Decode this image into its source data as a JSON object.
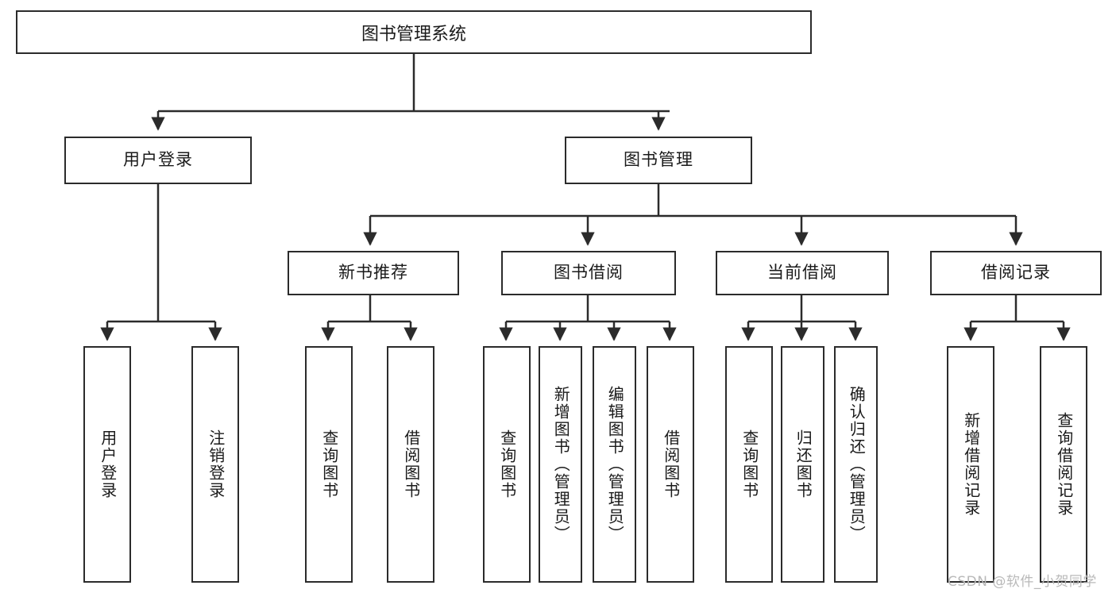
{
  "diagram": {
    "type": "tree",
    "title": "图书管理系统",
    "root": {
      "label": "图书管理系统"
    },
    "level2": [
      {
        "label": "用户登录"
      },
      {
        "label": "图书管理"
      }
    ],
    "level3": [
      {
        "label": "新书推荐"
      },
      {
        "label": "图书借阅"
      },
      {
        "label": "当前借阅"
      },
      {
        "label": "借阅记录"
      }
    ],
    "leaves": {
      "user_login": [
        {
          "label": "用户登录"
        },
        {
          "label": "注销登录"
        }
      ],
      "new_book_recommend": [
        {
          "label": "查询图书"
        },
        {
          "label": "借阅图书"
        }
      ],
      "book_borrow": [
        {
          "label": "查询图书"
        },
        {
          "label": "新增图书（管理员）"
        },
        {
          "label": "编辑图书（管理员）"
        },
        {
          "label": "借阅图书"
        }
      ],
      "current_borrow": [
        {
          "label": "查询图书"
        },
        {
          "label": "归还图书"
        },
        {
          "label": "确认归还（管理员）"
        }
      ],
      "borrow_record": [
        {
          "label": "新增借阅记录"
        },
        {
          "label": "查询借阅记录"
        }
      ]
    },
    "watermark": "CSDN @软件_小贺同学",
    "colors": {
      "border": "#2b2b2b",
      "background": "#ffffff",
      "text": "#1a1a1a",
      "edge": "#2b2b2b",
      "watermark": "#b9b9b9"
    }
  }
}
